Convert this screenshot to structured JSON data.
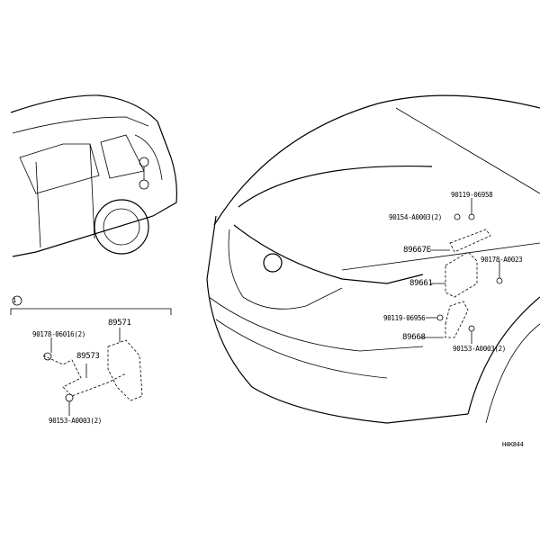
{
  "diagram": {
    "callout_marker": "1",
    "code": "H4K844",
    "inset_parts": [
      {
        "part_no": "89571"
      },
      {
        "part_no": "90178-06016(2)"
      },
      {
        "part_no": "89573"
      },
      {
        "part_no": "90153-A0003(2)"
      }
    ],
    "main_parts": [
      {
        "part_no": "90119-06958"
      },
      {
        "part_no": "90154-A0003(2)"
      },
      {
        "part_no": "89667E"
      },
      {
        "part_no": "90178-A0023"
      },
      {
        "part_no": "89661"
      },
      {
        "part_no": "90119-06956"
      },
      {
        "part_no": "89668"
      },
      {
        "part_no": "90153-A0003(2)"
      }
    ]
  }
}
